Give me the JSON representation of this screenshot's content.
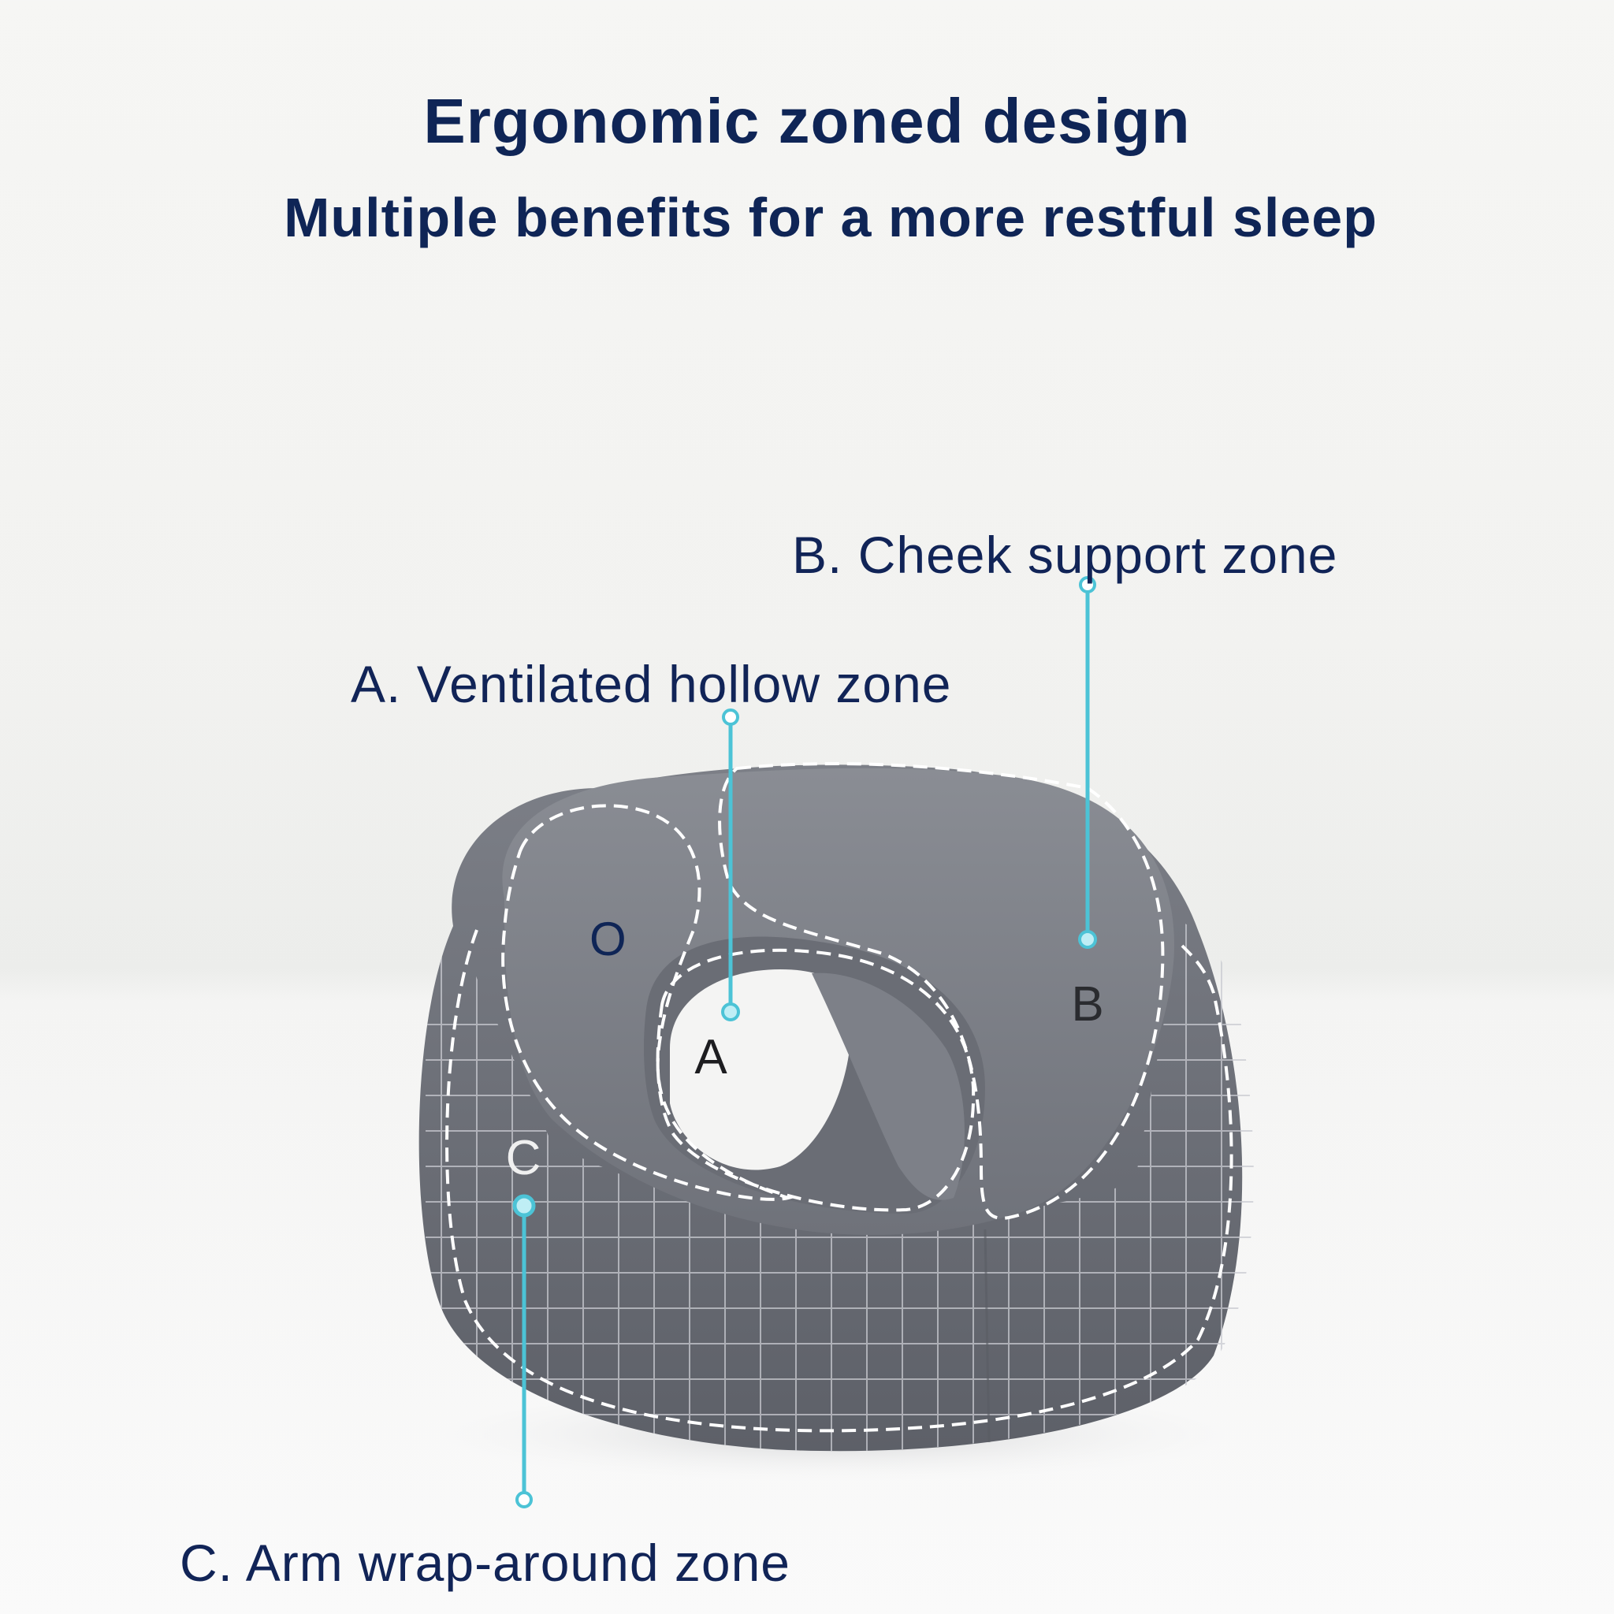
{
  "header": {
    "title": "Ergonomic zoned design",
    "subtitle": "Multiple benefits for a more restful sleep"
  },
  "zones": {
    "a": {
      "label": "A. Ventilated hollow zone",
      "marker": "A"
    },
    "b": {
      "label": "B. Cheek support zone",
      "marker": "B"
    },
    "c": {
      "label": "C. Arm wrap-around zone",
      "marker": "C"
    },
    "o_marker": "O"
  },
  "colors": {
    "heading": "#0f2556",
    "callout_line": "#4cc3d6",
    "pillow_fabric": "#777a82",
    "stitching": "#ffffff"
  }
}
